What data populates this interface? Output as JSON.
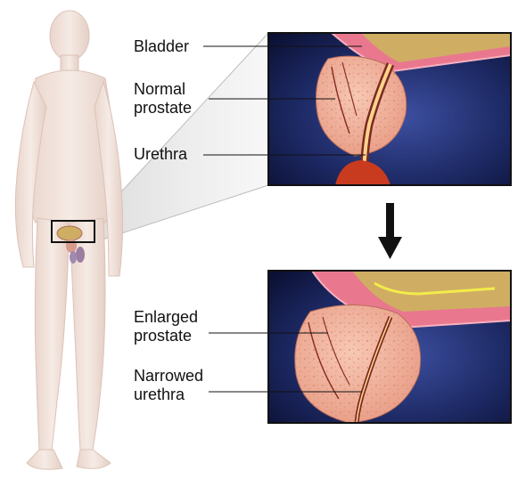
{
  "labels": {
    "bladder": "Bladder",
    "normal_prostate_line1": "Normal",
    "normal_prostate_line2": "prostate",
    "urethra": "Urethra",
    "enlarged_prostate_line1": "Enlarged",
    "enlarged_prostate_line2": "prostate",
    "narrowed_urethra_line1": "Narrowed",
    "narrowed_urethra_line2": "urethra"
  },
  "icons": {
    "arrow": "down-arrow-icon"
  },
  "colors": {
    "body_skin": "#f3e4dc",
    "background_panel": "#1a2456",
    "prostate_tissue": "#f0b6a0",
    "bladder_wall": "#e9788f",
    "bladder_fill": "#cfae63",
    "urethra": "#ffd48a",
    "frame": "#111111"
  }
}
